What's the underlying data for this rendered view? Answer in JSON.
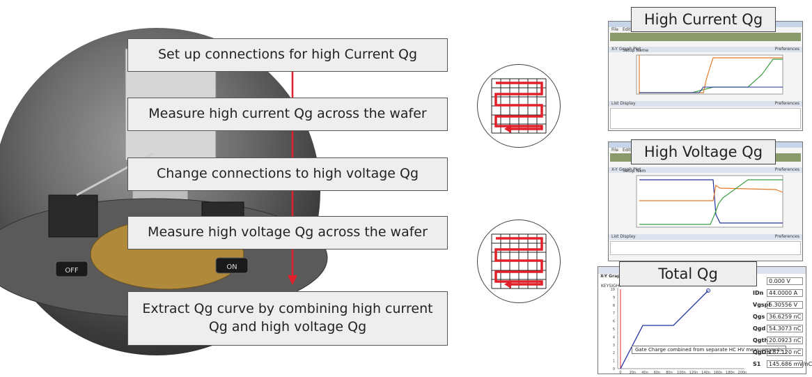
{
  "steps": [
    "Set up connections for high Current  Qg",
    "Measure high current Qg across the wafer",
    "Change connections to high voltage Qg",
    "Measure high voltage Qg across the wafer",
    "Extract Qg curve by combining high current Qg and high voltage Qg"
  ],
  "photo": {
    "left_label": "OFF",
    "right_label": "ON"
  },
  "screens": {
    "high_current": {
      "label": "High Current Qg",
      "menu": [
        "File",
        "Edit"
      ],
      "setup_label": "Setup Name",
      "graph_title": "X-Y Graph Plot",
      "list_title": "List Display",
      "preferences": "Preferences"
    },
    "high_voltage": {
      "label": "High Voltage Qg",
      "menu": [
        "File",
        "Edit"
      ],
      "setup_label": "Setup Nam",
      "graph_title": "X-Y Graph Plot",
      "list_title": "List Display",
      "preferences": "Preferences"
    },
    "total": {
      "label": "Total Qg",
      "graph_title": "X-Y Graph Plot",
      "brand": "KEYSIGHT",
      "annotation": "Gate Charge combined from separate HC HV measurements",
      "y_ticks": [
        "10",
        "9",
        "8",
        "7",
        "6",
        "5",
        "4",
        "3",
        "2",
        "1",
        "0"
      ],
      "x_ticks": [
        "0",
        "20n",
        "40n",
        "60n",
        "80n",
        "100n",
        "120n",
        "140n",
        "160n",
        "180n",
        "200n"
      ],
      "params": [
        {
          "name": "",
          "value": "0.000 V"
        },
        {
          "name": "IDn",
          "value": "44.0000 A"
        },
        {
          "name": "Vgspl",
          "value": "5.30556 V"
        },
        {
          "name": "Qgs",
          "value": "36.6259 nC"
        },
        {
          "name": "Qgd",
          "value": "54.3073 nC"
        },
        {
          "name": "Qgth",
          "value": "20.0923 nC"
        },
        {
          "name": "QgOn",
          "value": "187.120 nC"
        },
        {
          "name": "S1",
          "value": "145.686 mV/nC"
        }
      ]
    }
  },
  "colors": {
    "accent_red": "#e0202a",
    "hc_orange": "#e07a2a",
    "hv_green": "#3aa040",
    "total_blue": "#2030a0"
  }
}
